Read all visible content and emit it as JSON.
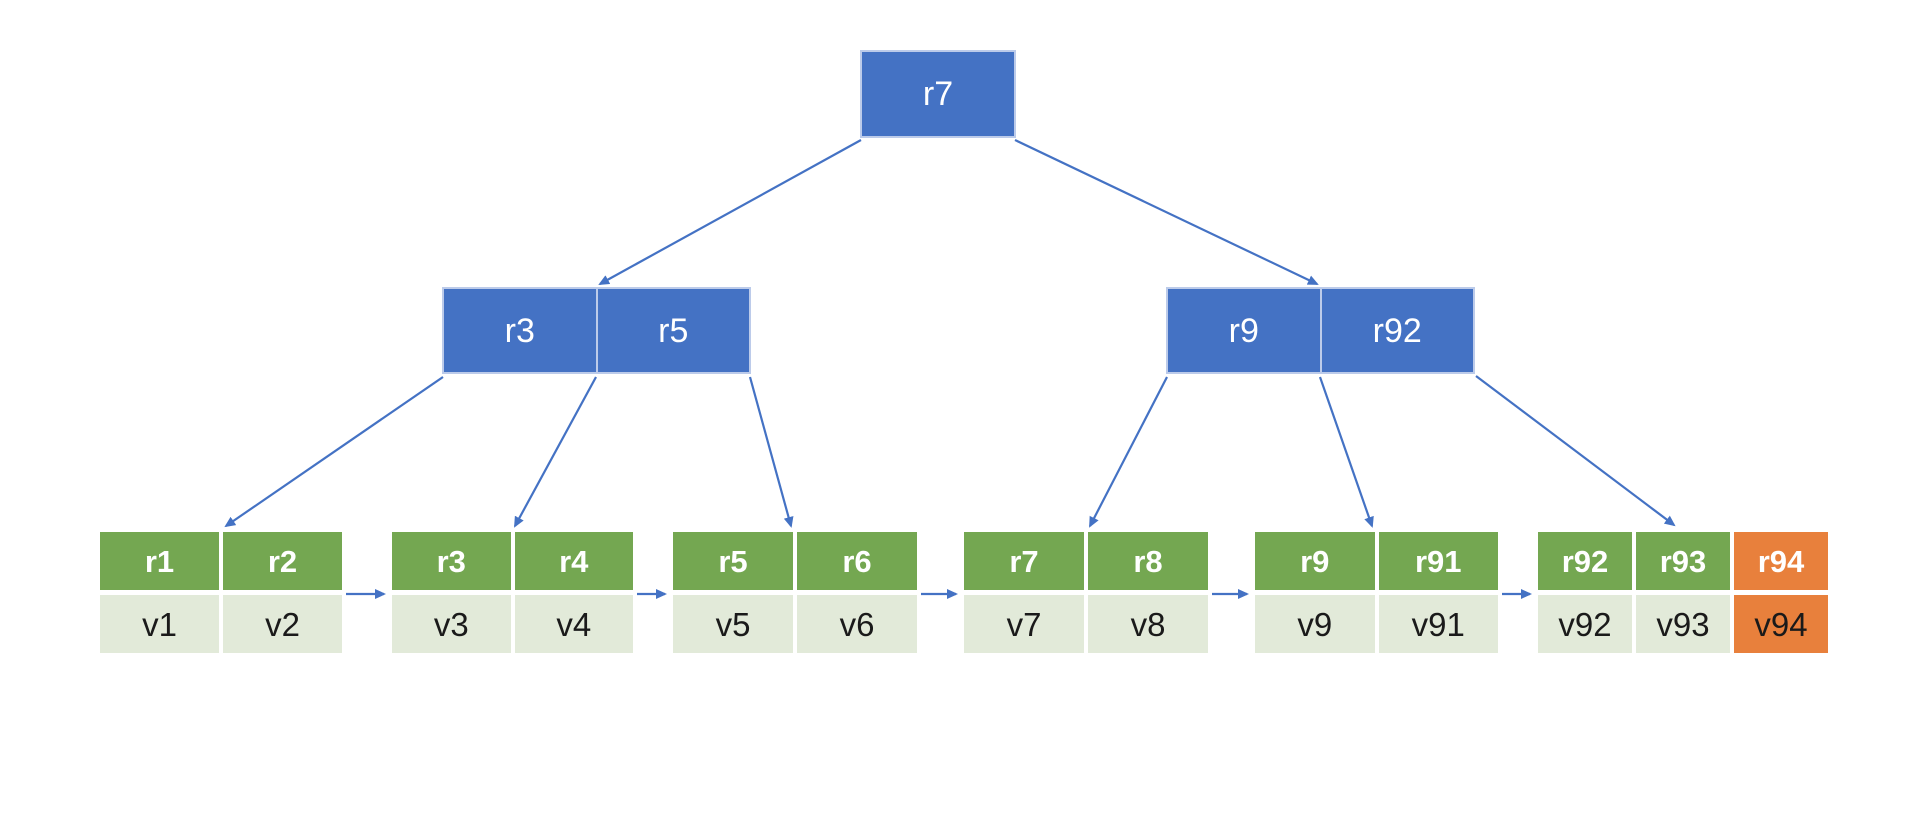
{
  "diagram_type": "b-plus-tree",
  "colors": {
    "node_blue": "#4472C4",
    "node_border": "#BCCBEA",
    "leaf_green": "#74A751",
    "leaf_value_bg": "#E2EAD9",
    "highlight_orange": "#E8803C",
    "arrow": "#4472C4",
    "key_text": "#FFFFFF",
    "value_text": "#1A1A1A"
  },
  "tree": {
    "root": {
      "keys": [
        "r7"
      ]
    },
    "internal_nodes": [
      {
        "keys": [
          "r3",
          "r5"
        ]
      },
      {
        "keys": [
          "r9",
          "r92"
        ]
      }
    ],
    "leaves": [
      {
        "keys": [
          "r1",
          "r2"
        ],
        "values": [
          "v1",
          "v2"
        ],
        "highlight_last": false
      },
      {
        "keys": [
          "r3",
          "r4"
        ],
        "values": [
          "v3",
          "v4"
        ],
        "highlight_last": false
      },
      {
        "keys": [
          "r5",
          "r6"
        ],
        "values": [
          "v5",
          "v6"
        ],
        "highlight_last": false
      },
      {
        "keys": [
          "r7",
          "r8"
        ],
        "values": [
          "v7",
          "v8"
        ],
        "highlight_last": false
      },
      {
        "keys": [
          "r9",
          "r91"
        ],
        "values": [
          "v9",
          "v91"
        ],
        "highlight_last": false
      },
      {
        "keys": [
          "r92",
          "r93",
          "r94"
        ],
        "values": [
          "v92",
          "v93",
          "v94"
        ],
        "highlight_last": true
      }
    ],
    "edges": [
      [
        "root",
        "internal-left"
      ],
      [
        "root",
        "internal-right"
      ],
      [
        "internal-left",
        "leaf-r1-r2"
      ],
      [
        "internal-left",
        "leaf-r3-r4"
      ],
      [
        "internal-left",
        "leaf-r5-r6"
      ],
      [
        "internal-right",
        "leaf-r7-r8"
      ],
      [
        "internal-right",
        "leaf-r9-r91"
      ],
      [
        "internal-right",
        "leaf-r92-r93-r94"
      ]
    ],
    "leaf_links": [
      "leaf-r1-r2 > leaf-r3-r4",
      "leaf-r3-r4 > leaf-r5-r6",
      "leaf-r5-r6 > leaf-r7-r8",
      "leaf-r7-r8 > leaf-r9-r91",
      "leaf-r9-r91 > leaf-r92-r93-r94"
    ]
  }
}
